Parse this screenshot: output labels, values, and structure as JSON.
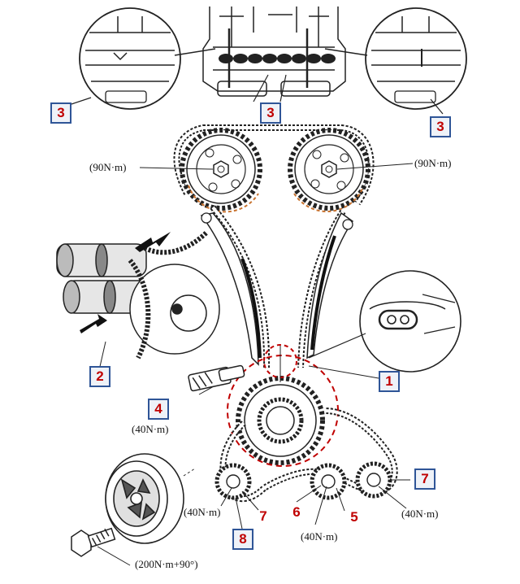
{
  "callouts": {
    "c1": "1",
    "c2": "2",
    "c3a": "3",
    "c3b": "3",
    "c3c": "3",
    "c4": "4",
    "c5": "5",
    "c6": "6",
    "c7a": "7",
    "c7b": "7",
    "c8": "8"
  },
  "torques": {
    "cam_left": "(90N·m)",
    "cam_right": "(90N·m)",
    "sensor": "(40N·m)",
    "idler_left": "(40N·m)",
    "idler_middle": "(40N·m)",
    "idler_right": "(40N·m)",
    "crank_bolt": "(200N·m+90°)"
  },
  "colors": {
    "callout_text": "#c00000",
    "callout_border": "#2f5597",
    "highlight_dash": "#c00000",
    "line_art": "#1a1a1a"
  }
}
